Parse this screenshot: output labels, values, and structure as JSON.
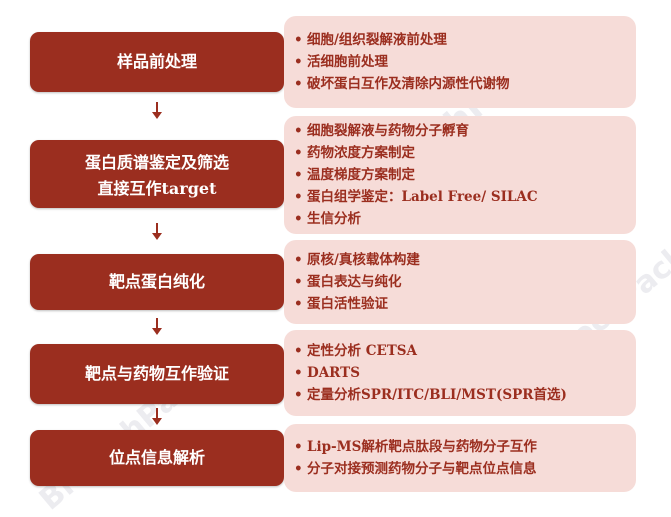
{
  "steps": [
    {
      "title_lines": [
        "样品前处理"
      ],
      "bullets": [
        "细胞/组织裂解液前处理",
        "活细胞前处理",
        "破坏蛋白互作及清除内源性代谢物"
      ]
    },
    {
      "title_lines": [
        "蛋白质谱鉴定及筛选",
        "直接互作target"
      ],
      "bullets": [
        "细胞裂解液与药物分子孵育",
        "药物浓度方案制定",
        "温度梯度方案制定",
        "蛋白组学鉴定：Label Free/ SILAC",
        "生信分析"
      ]
    },
    {
      "title_lines": [
        "靶点蛋白纯化"
      ],
      "bullets": [
        "原核/真核载体构建",
        "蛋白表达与纯化",
        "蛋白活性验证"
      ]
    },
    {
      "title_lines": [
        "靶点与药物互作验证"
      ],
      "bullets": [
        "定性分析 CETSA",
        "DARTS",
        "定量分析SPR/ITC/BLI/MST(SPR首选)"
      ]
    },
    {
      "title_lines": [
        "位点信息解析"
      ],
      "bullets": [
        "Lip-MS解析靶点肽段与药物分子互作",
        "分子对接预测药物分子与靶点位点信息"
      ]
    }
  ],
  "bullet_char": "•",
  "colors": {
    "step_bg": "#9b2e1f",
    "panel_bg": "#f6dcd8",
    "text_dark": "#9b2e1f"
  }
}
